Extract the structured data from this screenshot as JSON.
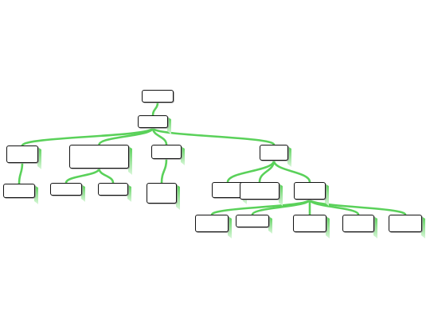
{
  "root": {
    "text": ""
  },
  "center": {
    "text": "",
    "tag": ""
  },
  "branches": [
    {
      "id": "b1",
      "text": "",
      "tag": ""
    },
    {
      "id": "b2",
      "text": "",
      "tag": ""
    },
    {
      "id": "b3",
      "text": "",
      "tag": ""
    },
    {
      "id": "b4",
      "text": "",
      "tag": ""
    }
  ],
  "leaves": [
    {
      "id": "b1-1",
      "text": "",
      "tag": ""
    },
    {
      "id": "b2-1",
      "text": "",
      "tag": ""
    },
    {
      "id": "b2-2",
      "text": "",
      "tag": ""
    },
    {
      "id": "b3-1",
      "text": "",
      "tag": ""
    },
    {
      "id": "b4-1",
      "text": "",
      "tag": ""
    },
    {
      "id": "b4-2",
      "text": "",
      "tag": ""
    },
    {
      "id": "b4-2-1",
      "text": "",
      "tag": ""
    },
    {
      "id": "b4-2-2",
      "text": "",
      "tag": ""
    },
    {
      "id": "b4-2-3",
      "text": "",
      "tag": ""
    },
    {
      "id": "b4-2-4",
      "text": "",
      "tag": ""
    },
    {
      "id": "b4-2-5",
      "text": "",
      "tag": ""
    }
  ],
  "colors": {
    "edge": "#5ad15a",
    "tail": "#7be37b",
    "border": "#111111",
    "tag": "#2c8a2c"
  }
}
